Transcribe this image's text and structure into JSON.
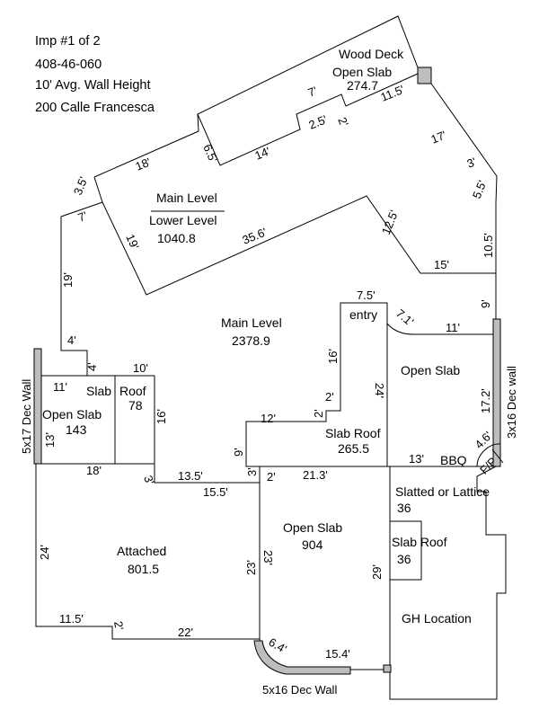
{
  "header": {
    "line1": "Imp #1 of 2",
    "line2": "408-46-060",
    "line3": "10' Avg. Wall Height",
    "line4": "200 Calle Francesca"
  },
  "areas": {
    "wood_deck_title": "Wood Deck",
    "wood_deck_type": "Open Slab",
    "wood_deck_value": "274.7",
    "main_level_upper": "Main Level",
    "lower_level": "Lower Level",
    "lower_level_value": "1040.8",
    "main_level": "Main Level",
    "main_level_value": "2378.9",
    "entry": "entry",
    "open_slab_right": "Open Slab",
    "slab_roof_small_1": "Slab",
    "slab_roof_small_2": "Roof",
    "slab_roof_small_value": "78",
    "open_slab_left": "Open Slab",
    "open_slab_left_value": "143",
    "slab_roof_mid": "Slab Roof",
    "slab_roof_mid_value": "265.5",
    "bbq": "BBQ",
    "fp": "F/P",
    "slatted": "Slatted or Lattice",
    "slatted_value": "36",
    "slab_roof_low": "Slab Roof",
    "slab_roof_low_value": "36",
    "attached": "Attached",
    "attached_value": "801.5",
    "open_slab_bottom": "Open Slab",
    "open_slab_bottom_value": "904",
    "gh_location": "GH Location"
  },
  "walls": {
    "left": "5x17 Dec Wall",
    "right": "3x16 Dec wall",
    "bottom": "5x16 Dec Wall"
  },
  "dims": {
    "d_18": "18'",
    "d_6_5": "6.5'",
    "d_14": "14'",
    "d_2_5": "2.5'",
    "d_7a": "7'",
    "d_2a": "2'",
    "d_11_5a": "11.5'",
    "d_17": "17'",
    "d_3a": "3'",
    "d_5_5": "5.5'",
    "d_10_5": "10.5'",
    "d_15": "15'",
    "d_12_5": "12.5'",
    "d_35_6": "35.6'",
    "d_19a": "19'",
    "d_3_5": "3.5'",
    "d_7b": "7'",
    "d_19b": "19'",
    "d_4a": "4'",
    "d_4b": "4'",
    "d_11a": "11'",
    "d_10": "10'",
    "d_16a": "16'",
    "d_13a": "13'",
    "d_18b": "18'",
    "d_3b": "3'",
    "d_13_5": "13.5'",
    "d_15_5": "15.5'",
    "d_3c": "3'",
    "d_2b": "2'",
    "d_21_3": "21.3'",
    "d_9a": "9'",
    "d_12": "12'",
    "d_2c": "2'",
    "d_2d": "2'",
    "d_16b": "16'",
    "d_7_5": "7.5'",
    "d_24a": "24'",
    "d_7_1": "7.1'",
    "d_11b": "11'",
    "d_9b": "9'",
    "d_17_2": "17.2'",
    "d_4_6": "4.6'",
    "d_13b": "13'",
    "d_24b": "24'",
    "d_11_5b": "11.5'",
    "d_2e": "2'",
    "d_22": "22'",
    "d_23a": "23'",
    "d_23b": "23'",
    "d_6_4": "6.4'",
    "d_15_4": "15.4'",
    "d_29": "29'"
  }
}
